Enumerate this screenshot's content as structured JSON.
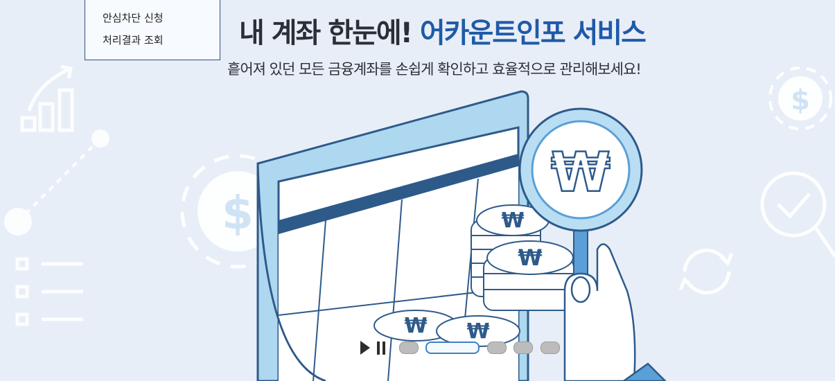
{
  "dropdown": {
    "items": [
      {
        "label": "안심차단 신청"
      },
      {
        "label": "처리결과 조회"
      }
    ]
  },
  "banner": {
    "headline_dark": "내 계좌 한눈에!",
    "headline_blue": "어카운트인포 서비스",
    "subheadline": "흩어져 있던 모든 금융계좌를 손쉽게 확인하고 효율적으로 관리해보세요!",
    "coin_symbol": "₩"
  },
  "slider": {
    "slide_count": 5,
    "active_index": 1
  },
  "colors": {
    "background": "#e8eef7",
    "headline_blue": "#1f5aa8",
    "text_dark": "#2b2f35",
    "illustration_blue": "#a9d3ef",
    "accent_navy": "#2e5a8a"
  }
}
